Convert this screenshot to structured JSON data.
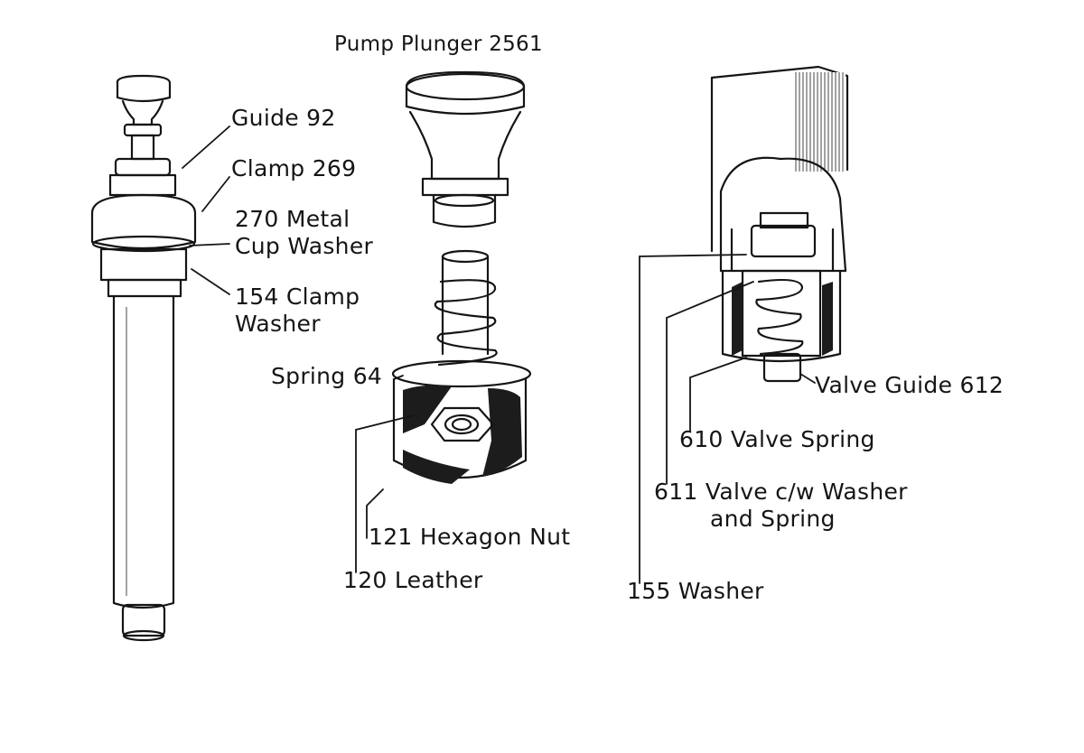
{
  "colors": {
    "ink": "#151515",
    "paper": "#ffffff"
  },
  "labels": {
    "pump_plunger": "Pump Plunger 2561",
    "guide": "Guide 92",
    "clamp": "Clamp  269",
    "metal_cup_washer_1": "270 Metal",
    "metal_cup_washer_2": "Cup Washer",
    "clamp_washer_1": "154 Clamp",
    "clamp_washer_2": "Washer",
    "spring": "Spring 64",
    "hexagon_nut": "121 Hexagon Nut",
    "leather": "120 Leather",
    "valve_guide": "Valve Guide 612",
    "valve_spring": "610 Valve Spring",
    "valve_cw_1": "611 Valve c/w Washer",
    "valve_cw_2": "and Spring",
    "washer_155": "155 Washer"
  }
}
